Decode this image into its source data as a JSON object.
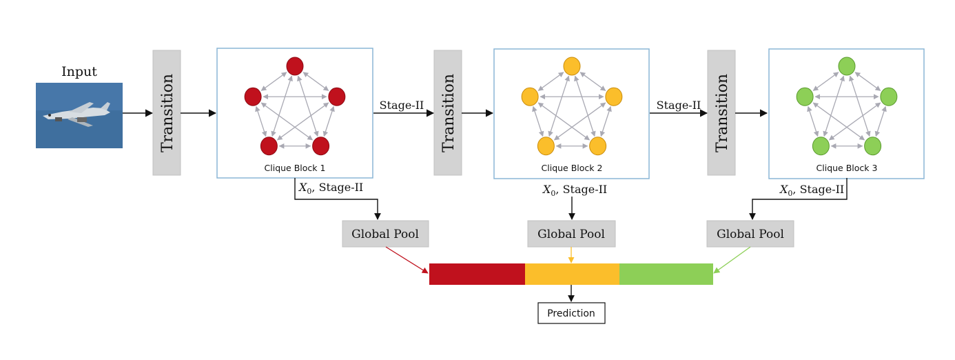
{
  "input": {
    "label": "Input"
  },
  "transition_label": "Transition",
  "stage_label": "Stage-II",
  "blocks": [
    {
      "title": "Clique Block 1",
      "fill": "#c0111d",
      "stroke": "#8b0b14"
    },
    {
      "title": "Clique Block 2",
      "fill": "#fbbe2b",
      "stroke": "#c98c0c"
    },
    {
      "title": "Clique Block 3",
      "fill": "#8dcf57",
      "stroke": "#5a9a2e"
    }
  ],
  "branch_label": {
    "var": "X",
    "sub": "0",
    "rest": ", Stage-II"
  },
  "global_pool_label": "Global Pool",
  "prediction_label": "Prediction",
  "colors": {
    "transition_box": "#d3d3d3",
    "block_border": "#8ab6d6",
    "edge": "#a9a9b3",
    "pool_box": "#d3d3d3",
    "plane_sky": "#3f6f9e"
  }
}
